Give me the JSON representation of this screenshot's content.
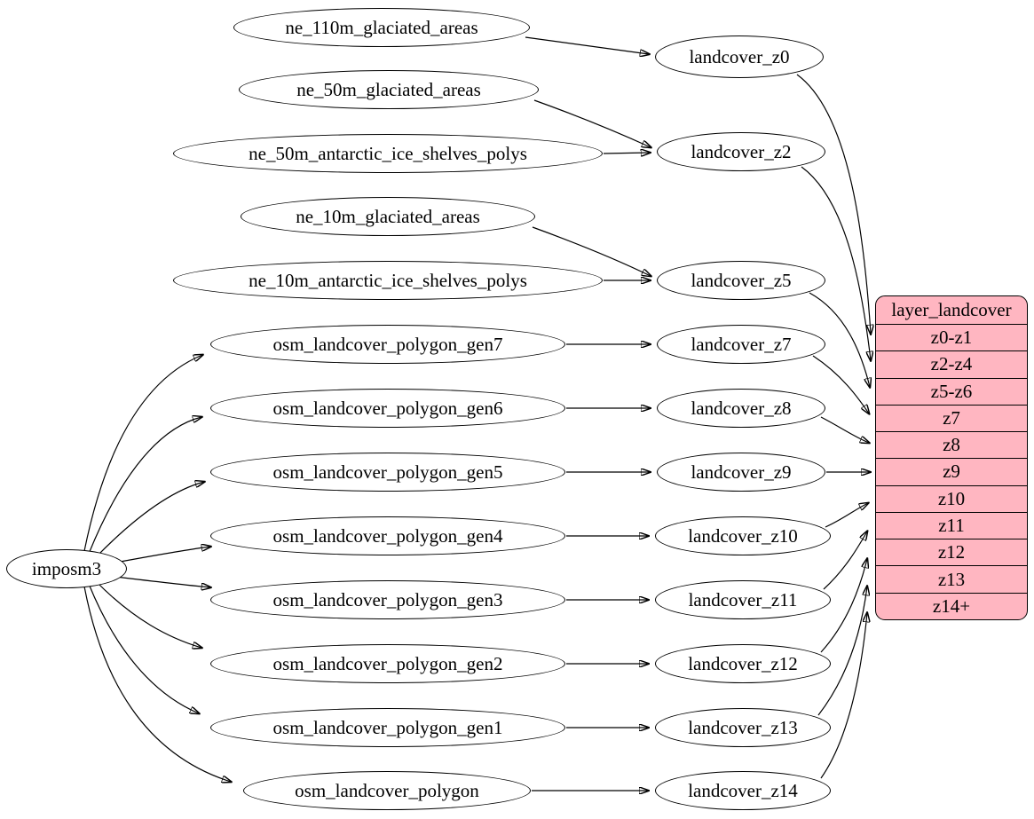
{
  "colors": {
    "table_fill": "#ffb6c1",
    "node_fill": "#ffffff",
    "stroke": "#000000",
    "background": "#ffffff"
  },
  "nodes": {
    "imposm3": "imposm3",
    "ne_110m_glaciated_areas": "ne_110m_glaciated_areas",
    "ne_50m_glaciated_areas": "ne_50m_glaciated_areas",
    "ne_50m_antarctic_ice_shelves_polys": "ne_50m_antarctic_ice_shelves_polys",
    "ne_10m_glaciated_areas": "ne_10m_glaciated_areas",
    "ne_10m_antarctic_ice_shelves_polys": "ne_10m_antarctic_ice_shelves_polys",
    "osm_landcover_polygon_gen7": "osm_landcover_polygon_gen7",
    "osm_landcover_polygon_gen6": "osm_landcover_polygon_gen6",
    "osm_landcover_polygon_gen5": "osm_landcover_polygon_gen5",
    "osm_landcover_polygon_gen4": "osm_landcover_polygon_gen4",
    "osm_landcover_polygon_gen3": "osm_landcover_polygon_gen3",
    "osm_landcover_polygon_gen2": "osm_landcover_polygon_gen2",
    "osm_landcover_polygon_gen1": "osm_landcover_polygon_gen1",
    "osm_landcover_polygon": "osm_landcover_polygon",
    "landcover_z0": "landcover_z0",
    "landcover_z2": "landcover_z2",
    "landcover_z5": "landcover_z5",
    "landcover_z7": "landcover_z7",
    "landcover_z8": "landcover_z8",
    "landcover_z9": "landcover_z9",
    "landcover_z10": "landcover_z10",
    "landcover_z11": "landcover_z11",
    "landcover_z12": "landcover_z12",
    "landcover_z13": "landcover_z13",
    "landcover_z14": "landcover_z14"
  },
  "table": {
    "title": "layer_landcover",
    "rows": [
      "z0-z1",
      "z2-z4",
      "z5-z6",
      "z7",
      "z8",
      "z9",
      "z10",
      "z11",
      "z12",
      "z13",
      "z14+"
    ]
  },
  "edges": [
    {
      "from": "ne_110m_glaciated_areas",
      "to": "landcover_z0"
    },
    {
      "from": "ne_50m_glaciated_areas",
      "to": "landcover_z2"
    },
    {
      "from": "ne_50m_antarctic_ice_shelves_polys",
      "to": "landcover_z2"
    },
    {
      "from": "ne_10m_glaciated_areas",
      "to": "landcover_z5"
    },
    {
      "from": "ne_10m_antarctic_ice_shelves_polys",
      "to": "landcover_z5"
    },
    {
      "from": "imposm3",
      "to": "osm_landcover_polygon_gen7"
    },
    {
      "from": "imposm3",
      "to": "osm_landcover_polygon_gen6"
    },
    {
      "from": "imposm3",
      "to": "osm_landcover_polygon_gen5"
    },
    {
      "from": "imposm3",
      "to": "osm_landcover_polygon_gen4"
    },
    {
      "from": "imposm3",
      "to": "osm_landcover_polygon_gen3"
    },
    {
      "from": "imposm3",
      "to": "osm_landcover_polygon_gen2"
    },
    {
      "from": "imposm3",
      "to": "osm_landcover_polygon_gen1"
    },
    {
      "from": "imposm3",
      "to": "osm_landcover_polygon"
    },
    {
      "from": "osm_landcover_polygon_gen7",
      "to": "landcover_z7"
    },
    {
      "from": "osm_landcover_polygon_gen6",
      "to": "landcover_z8"
    },
    {
      "from": "osm_landcover_polygon_gen5",
      "to": "landcover_z9"
    },
    {
      "from": "osm_landcover_polygon_gen4",
      "to": "landcover_z10"
    },
    {
      "from": "osm_landcover_polygon_gen3",
      "to": "landcover_z11"
    },
    {
      "from": "osm_landcover_polygon_gen2",
      "to": "landcover_z12"
    },
    {
      "from": "osm_landcover_polygon_gen1",
      "to": "landcover_z13"
    },
    {
      "from": "osm_landcover_polygon",
      "to": "landcover_z14"
    },
    {
      "from": "landcover_z0",
      "to": "layer_landcover",
      "row": "z0-z1"
    },
    {
      "from": "landcover_z2",
      "to": "layer_landcover",
      "row": "z2-z4"
    },
    {
      "from": "landcover_z5",
      "to": "layer_landcover",
      "row": "z5-z6"
    },
    {
      "from": "landcover_z7",
      "to": "layer_landcover",
      "row": "z7"
    },
    {
      "from": "landcover_z8",
      "to": "layer_landcover",
      "row": "z8"
    },
    {
      "from": "landcover_z9",
      "to": "layer_landcover",
      "row": "z9"
    },
    {
      "from": "landcover_z10",
      "to": "layer_landcover",
      "row": "z10"
    },
    {
      "from": "landcover_z11",
      "to": "layer_landcover",
      "row": "z11"
    },
    {
      "from": "landcover_z12",
      "to": "layer_landcover",
      "row": "z12"
    },
    {
      "from": "landcover_z13",
      "to": "layer_landcover",
      "row": "z13"
    },
    {
      "from": "landcover_z14",
      "to": "layer_landcover",
      "row": "z14+"
    }
  ]
}
